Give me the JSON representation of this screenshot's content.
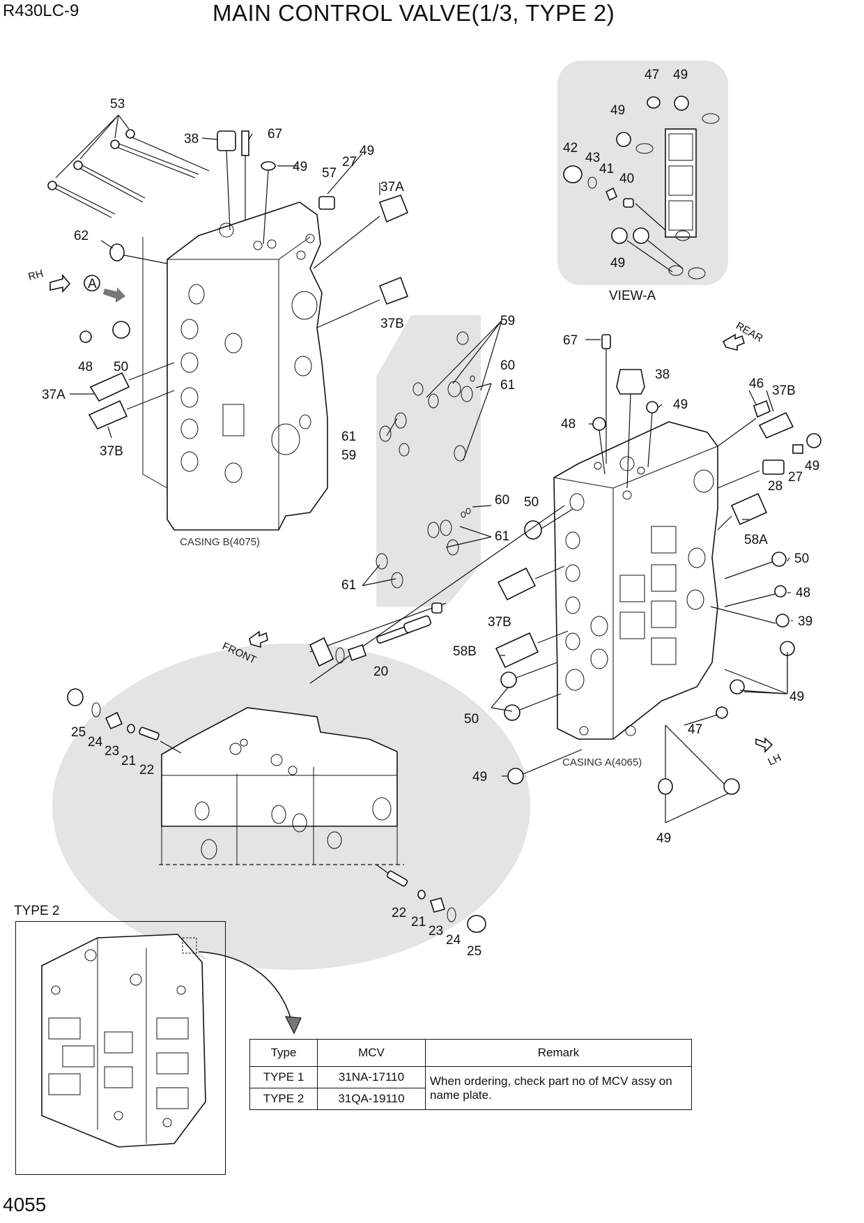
{
  "header": {
    "model": "R430LC-9",
    "title": "MAIN CONTROL VALVE(1/3, TYPE 2)"
  },
  "page_number": "4055",
  "view_a_label": "VIEW-A",
  "casing_b_label": "CASING B(4075)",
  "casing_a_label": "CASING A(4065)",
  "type2_label": "TYPE 2",
  "directions": {
    "rh": "RH",
    "rear": "REAR",
    "front": "FRONT",
    "lh": "LH",
    "view_arrow": "A"
  },
  "callouts": {
    "c53": "53",
    "c38a": "38",
    "c67a": "67",
    "c49a": "49",
    "c57": "57",
    "c27a": "27",
    "c49b": "49",
    "c37Aa": "37A",
    "c62": "62",
    "c37Ba": "37B",
    "c48a": "48",
    "c50a": "50",
    "c37Ab": "37A",
    "c37Bb": "37B",
    "c47v": "47",
    "c49v1": "49",
    "c49v2": "49",
    "c42": "42",
    "c43": "43",
    "c41": "41",
    "c40": "40",
    "c49v3": "49",
    "c59a": "59",
    "c60a": "60",
    "c61a": "61",
    "c61b": "61",
    "c59b": "59",
    "c60b": "60",
    "c61c": "61",
    "c61d": "61",
    "c67b": "67",
    "c38b": "38",
    "c49c": "49",
    "c46": "46",
    "c37Bc": "37B",
    "c48b": "48",
    "c28": "28",
    "c27b": "27",
    "c49d": "49",
    "c58A": "58A",
    "c50b": "50",
    "c50c": "50",
    "c48c": "48",
    "c39": "39",
    "c37Bd": "37B",
    "c58B": "58B",
    "c20": "20",
    "c49e": "49",
    "c50d": "50",
    "c47b": "47",
    "c49f": "49",
    "c49g": "49",
    "c25a": "25",
    "c24a": "24",
    "c23a": "23",
    "c21a": "21",
    "c22a": "22",
    "c22b": "22",
    "c21b": "21",
    "c23b": "23",
    "c24b": "24",
    "c25b": "25"
  },
  "mcv_table": {
    "headers": [
      "Type",
      "MCV",
      "Remark"
    ],
    "rows": [
      {
        "type": "TYPE 1",
        "mcv": "31NA-17110"
      },
      {
        "type": "TYPE 2",
        "mcv": "31QA-19110"
      }
    ],
    "remark": "When ordering, check part no of MCV assy on name plate."
  }
}
